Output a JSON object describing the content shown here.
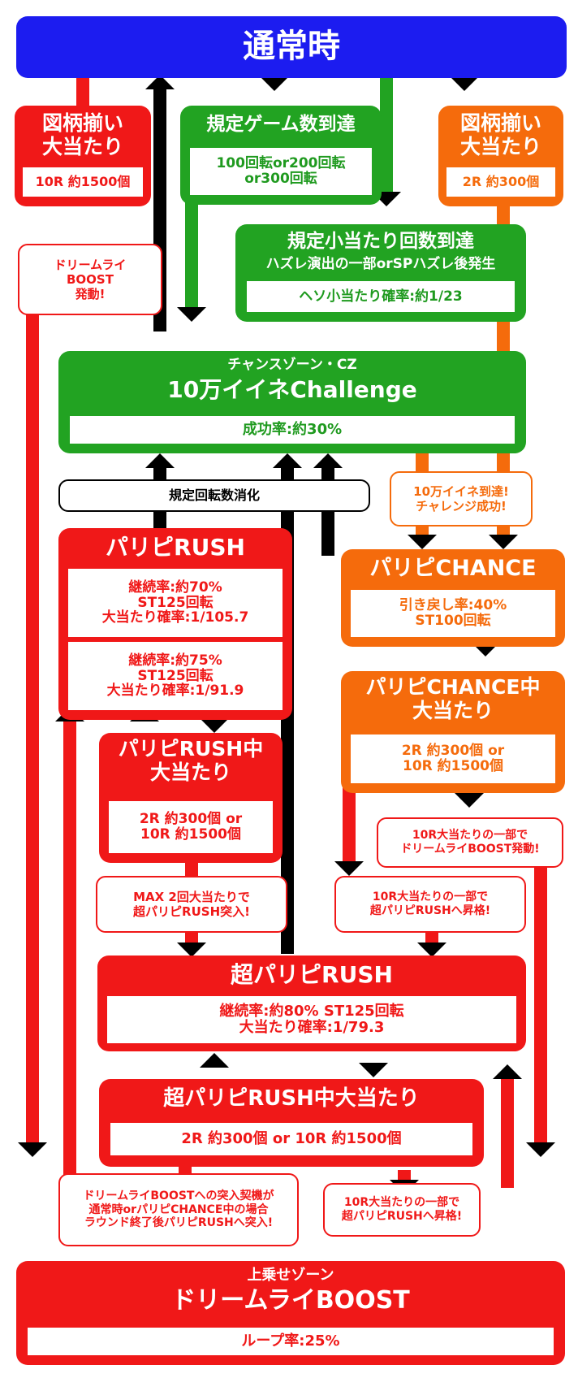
{
  "normal": "通常時",
  "left_hit": {
    "title": [
      "図柄揃い",
      "大当たり"
    ],
    "payout": "10R 約1500個"
  },
  "game_count": {
    "title": "規定ゲーム数到達",
    "detail": [
      "100回転or200回転",
      "or300回転"
    ]
  },
  "right_hit": {
    "title": [
      "図柄揃い",
      "大当たり"
    ],
    "payout": "2R 約300個"
  },
  "boost_trigger_note": [
    "ドリームライ",
    "BOOST",
    "発動!"
  ],
  "small_hit": {
    "title": "規定小当たり回数到達",
    "subtitle": "ハズレ演出の一部orSPハズレ後発生",
    "detail": "ヘソ小当たり確率:約1/23"
  },
  "cz": {
    "subtitle": "チャンスゾーン・CZ",
    "title": "10万イイネChallenge",
    "detail": "成功率:約30%"
  },
  "spin_note": "規定回転数消化",
  "cz_success_note": [
    "10万イイネ到達!",
    "チャレンジ成功!"
  ],
  "paripi_rush": {
    "title": "パリピRUSH",
    "mode1": [
      "継続率:約70%",
      "ST125回転",
      "大当たり確率:1/105.7"
    ],
    "mode2": [
      "継続率:約75%",
      "ST125回転",
      "大当たり確率:1/91.9"
    ]
  },
  "paripi_chance": {
    "title": "パリピCHANCE",
    "detail": [
      "引き戻し率:40%",
      "ST100回転"
    ]
  },
  "chance_hit": {
    "title": [
      "パリピCHANCE中",
      "大当たり"
    ],
    "detail": [
      "2R 約300個 or",
      "10R 約1500個"
    ]
  },
  "rush_hit": {
    "title": [
      "パリピRUSH中",
      "大当たり"
    ],
    "detail": [
      "2R 約300個 or",
      "10R 約1500個"
    ]
  },
  "chance_boost_note": [
    "10R大当たりの一部で",
    "ドリームライBOOST発動!"
  ],
  "max_note": [
    "MAX 2回大当たりで",
    "超パリピRUSH突入!"
  ],
  "chance_upgrade_note": [
    "10R大当たりの一部で",
    "超パリピRUSHへ昇格!"
  ],
  "super_rush": {
    "title": "超パリピRUSH",
    "detail": [
      "継続率:約80% ST125回転",
      "大当たり確率:1/79.3"
    ]
  },
  "super_hit": {
    "title": "超パリピRUSH中大当たり",
    "detail": "2R 約300個 or 10R 約1500個"
  },
  "boost_entry_note": [
    "ドリームライBOOSTへの突入契機が",
    "通常時orパリピCHANCE中の場合",
    "ラウンド終了後パリピRUSHへ突入!"
  ],
  "super_upgrade_note": [
    "10R大当たりの一部で",
    "超パリピRUSHへ昇格!"
  ],
  "boost": {
    "subtitle": "上乗せゾーン",
    "title": "ドリームライBOOST",
    "detail": "ループ率:25%"
  }
}
